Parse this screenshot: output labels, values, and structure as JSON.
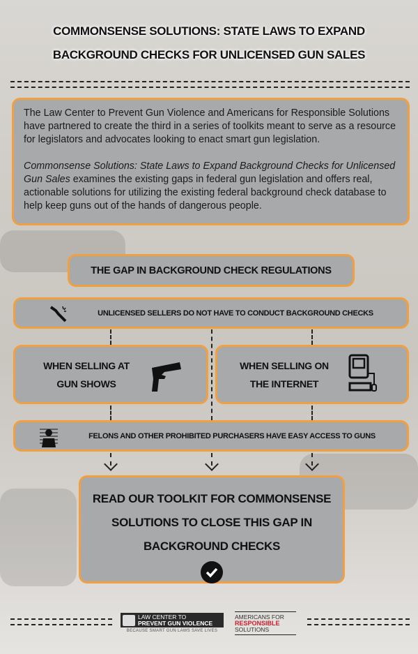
{
  "title": {
    "line1": "COMMONSENSE SOLUTIONS: STATE LAWS TO EXPAND",
    "line2": "BACKGROUND CHECKS FOR UNLICENSED GUN SALES"
  },
  "intro": {
    "p1": "The Law Center to Prevent Gun Violence and Americans for Responsible Solutions have partnered to create the third in a series of toolkits meant to serve as a resource for legislators and advocates looking to enact smart gun legislation.",
    "p2_italic": "Commonsense Solutions: State Laws to Expand Background Checks for Unlicensed Gun Sales",
    "p2_rest": " examines the existing gaps in federal gun legislation and offers real, actionable solutions for utilizing the existing federal background check database to help keep guns out of the hands of dangerous people."
  },
  "gap_heading": "THE GAP IN BACKGROUND CHECK REGULATIONS",
  "unlicensed": "UNLICENSED SELLERS DO NOT HAVE TO CONDUCT BACKGROUND CHECKS",
  "gun_shows": {
    "line1": "WHEN SELLING AT",
    "line2": "GUN SHOWS"
  },
  "internet": {
    "line1": "WHEN SELLING ON",
    "line2": "THE INTERNET"
  },
  "felons": "FELONS AND OTHER PROHIBITED PURCHASERS HAVE EASY ACCESS TO GUNS",
  "cta": {
    "line1": "READ OUR TOOLKIT FOR COMMONSENSE",
    "line2": "SOLUTIONS TO CLOSE THIS GAP IN",
    "line3": "BACKGROUND CHECKS"
  },
  "footer": {
    "lcpgv_line1": "LAW CENTER TO",
    "lcpgv_line2": "PREVENT GUN VIOLENCE",
    "lcpgv_tagline": "BECAUSE SMART GUN LAWS SAVE LIVES",
    "ars_line1": "AMERICANS FOR",
    "ars_line2": "RESPONSIBLE",
    "ars_line3": "SOLUTIONS"
  },
  "colors": {
    "accent": "#f0a040",
    "box": "#a8a9ab",
    "ars_red": "#c8202e"
  }
}
